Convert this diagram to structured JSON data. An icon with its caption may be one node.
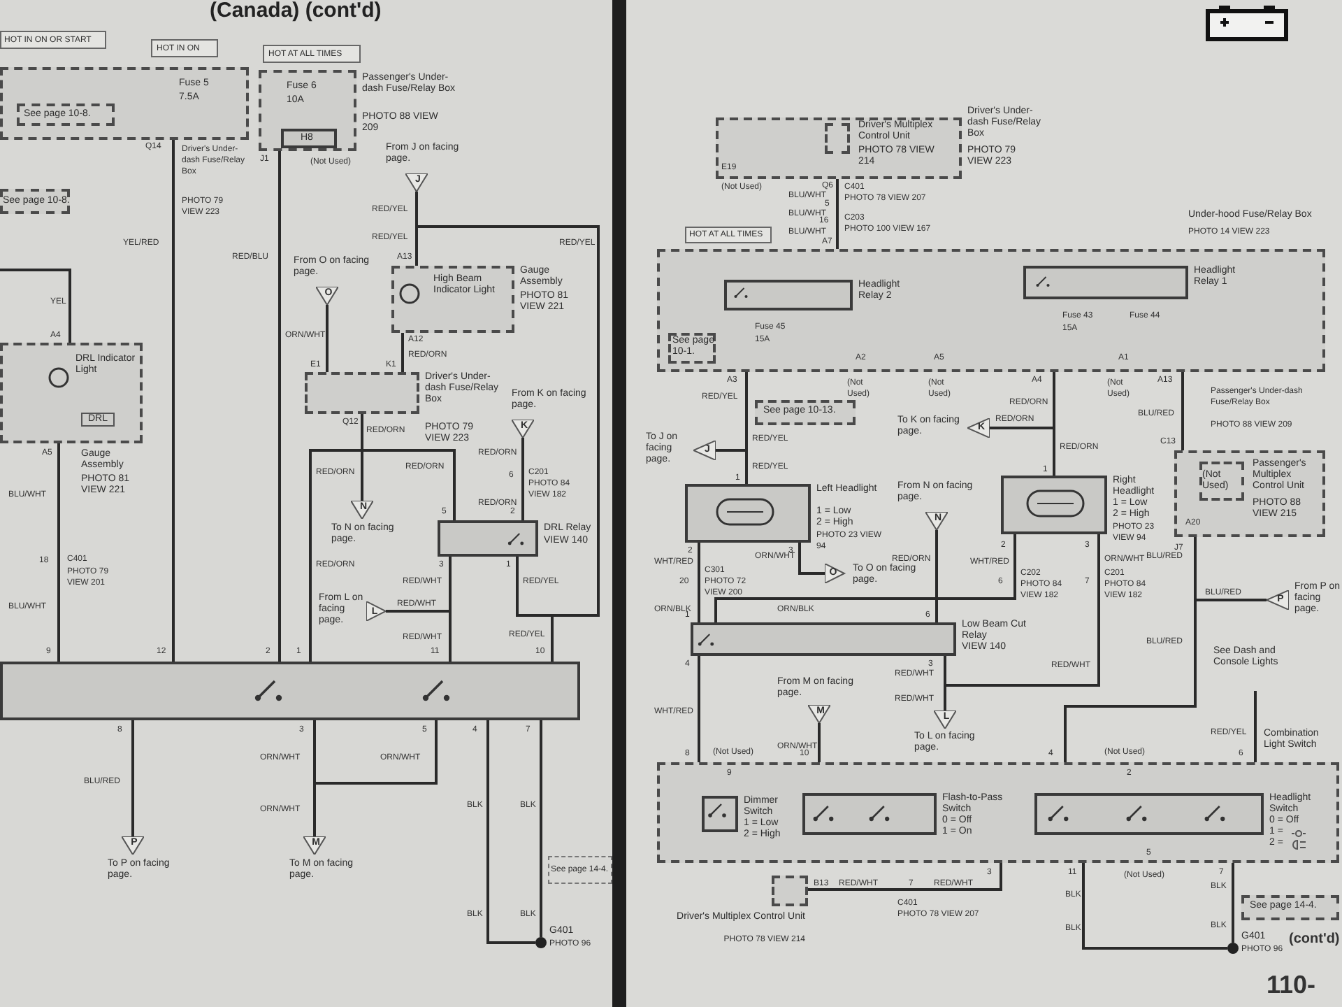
{
  "diagram": {
    "title": "(Canada) (cont'd)",
    "nodes": [
      {
        "text": [
          "Fuse 5",
          "7.5A"
        ]
      },
      {
        "text": [
          "See page 10-8."
        ],
        "in": 0
      },
      {
        "text": [
          "See page 10-8."
        ]
      },
      {
        "text": [
          "Fuse 6",
          "10A",
          "Passenger's Under-dash Fuse/Relay Box",
          "PHOTO 88 VIEW 209"
        ]
      },
      {
        "text": [
          "H8"
        ],
        "in": 3
      },
      {
        "text": [
          "HOT IN ON OR START"
        ]
      },
      {
        "text": [
          "HOT IN ON"
        ]
      },
      {
        "text": [
          "HOT AT ALL TIMES"
        ]
      },
      {
        "text": [
          "From J on facing page.",
          "J"
        ]
      },
      {
        "text": [
          "High Beam Indicator Light",
          "Gauge Assembly",
          "PHOTO 81 VIEW 221"
        ]
      },
      {
        "text": [
          "From O on facing page.",
          "O"
        ]
      },
      {
        "text": [
          "Driver's Under-dash Fuse/Relay Box",
          "PHOTO 79 VIEW 223"
        ]
      },
      {
        "text": [
          "From K on facing page.",
          "K"
        ]
      },
      {
        "text": [
          "N",
          "To N on facing page."
        ]
      },
      {
        "text": [
          "DRL Relay",
          "VIEW 140"
        ]
      },
      {
        "text": [
          "From L on facing page.",
          "L"
        ]
      },
      {
        "text": [
          "DRL Indicator Light",
          "DRL",
          "Gauge Assembly",
          "PHOTO 81 VIEW 221"
        ]
      },
      {
        "text": [],
        "shape": "box"
      },
      {
        "text": [
          "P",
          "To P on facing page."
        ]
      },
      {
        "text": [
          "M",
          "To M on facing page."
        ]
      },
      {
        "text": [
          "See page 14-4."
        ]
      },
      {
        "text": [
          "G401",
          "PHOTO 96"
        ]
      },
      {
        "text": [
          "Driver's Under-dash Fuse/Relay Box",
          "PHOTO 79 VIEW 223"
        ]
      },
      {
        "text": [
          "Driver's Multiplex Control Unit",
          "PHOTO 78 VIEW 214"
        ],
        "in": 22
      },
      {
        "text": [
          "Under-hood Fuse/Relay Box",
          "PHOTO 14 VIEW 223"
        ]
      },
      {
        "text": [
          "Headlight Relay 2"
        ],
        "in": 24
      },
      {
        "text": [
          "Headlight Relay 1"
        ],
        "in": 24
      },
      {
        "text": [
          "See page 10-1."
        ],
        "in": 24
      },
      {
        "text": [
          "HOT AT ALL TIMES"
        ]
      },
      {
        "text": [
          "See page 10-13."
        ]
      },
      {
        "text": [
          "To J on facing page.",
          "J"
        ]
      },
      {
        "text": [
          "To K on facing page.",
          "K"
        ]
      },
      {
        "text": [
          "Passenger's Multiplex Control Unit",
          "PHOTO 88 VIEW 215"
        ]
      },
      {
        "text": [
          "(Not Used)"
        ],
        "in": 32
      },
      {
        "text": [
          "Left Headlight",
          "1 = Low",
          "2 = High",
          "PHOTO 23 VIEW 94"
        ]
      },
      {
        "text": [
          "From N on facing page.",
          "N"
        ]
      },
      {
        "text": [
          "Right Headlight",
          "1 = Low",
          "2 = High",
          "PHOTO 23 VIEW 94"
        ]
      },
      {
        "text": [
          "O",
          "To O on facing page."
        ]
      },
      {
        "text": [
          "P",
          "From P on facing page."
        ]
      },
      {
        "text": [
          "Low Beam Cut Relay",
          "VIEW 140"
        ]
      },
      {
        "text": [
          "From M on facing page.",
          "M"
        ]
      },
      {
        "text": [
          "L",
          "To L on facing page."
        ]
      },
      {
        "text": [
          "See Dash and Console Lights"
        ]
      },
      {
        "text": [
          "Combination Light Switch"
        ]
      },
      {
        "text": [
          "Dimmer Switch",
          "1 = Low",
          "2 = High"
        ],
        "in": 43
      },
      {
        "text": [
          "Flash-to-Pass Switch",
          "0 = Off",
          "1 = On"
        ],
        "in": 43
      },
      {
        "text": [
          "Headlight Switch",
          "0 = Off",
          "1 =",
          "2 ="
        ],
        "in": 43
      },
      {
        "text": [
          "Driver's Multiplex Control Unit",
          "PHOTO 78 VIEW 214"
        ]
      },
      {
        "text": [
          "See page 14-4."
        ]
      },
      {
        "text": [
          "G401",
          "PHOTO 96"
        ]
      }
    ],
    "edges": [
      {
        "from": 0,
        "to": 17,
        "arrow": "none"
      },
      {
        "from": 3,
        "to": 17,
        "arrow": "none"
      },
      {
        "from": 8,
        "to": 9,
        "arrow": "none"
      },
      {
        "from": 8,
        "to": 17,
        "arrow": "none"
      },
      {
        "from": 9,
        "to": 11,
        "arrow": "none"
      },
      {
        "from": 10,
        "to": 11,
        "arrow": "none"
      },
      {
        "from": 11,
        "to": 13,
        "arrow": "none"
      },
      {
        "from": 11,
        "to": 14,
        "arrow": "none"
      },
      {
        "from": 11,
        "to": 17,
        "arrow": "none"
      },
      {
        "from": 12,
        "to": 14,
        "arrow": "none"
      },
      {
        "from": 14,
        "to": 17,
        "arrow": "none"
      },
      {
        "from": 15,
        "to": 17,
        "arrow": "none"
      },
      {
        "from": 14,
        "to": 17,
        "arrow": "none"
      },
      {
        "from": 16,
        "to": 17,
        "arrow": "none"
      },
      {
        "from": null,
        "to": 16,
        "arrow": "none"
      },
      {
        "from": 17,
        "to": 18,
        "arrow": "none"
      },
      {
        "from": 17,
        "to": 19,
        "arrow": "none"
      },
      {
        "from": 17,
        "to": 19,
        "arrow": "none"
      },
      {
        "from": 17,
        "to": 21,
        "arrow": "none"
      },
      {
        "from": 17,
        "to": 21,
        "arrow": "none"
      },
      {
        "from": 22,
        "to": 24,
        "arrow": "none"
      },
      {
        "from": 24,
        "to": 34,
        "arrow": "none"
      },
      {
        "from": 24,
        "to": 30,
        "arrow": "none"
      },
      {
        "from": 24,
        "to": 36,
        "arrow": "none"
      },
      {
        "from": 24,
        "to": 31,
        "arrow": "none"
      },
      {
        "from": 24,
        "to": 32,
        "arrow": "none"
      },
      {
        "from": 32,
        "to": 43,
        "arrow": "none"
      },
      {
        "from": 38,
        "to": 43,
        "arrow": "none"
      },
      {
        "from": 34,
        "to": 39,
        "arrow": "none"
      },
      {
        "from": 36,
        "to": 39,
        "arrow": "none"
      },
      {
        "from": 34,
        "to": 37,
        "arrow": "none"
      },
      {
        "from": 35,
        "to": 39,
        "arrow": "none"
      },
      {
        "from": 36,
        "to": 41,
        "arrow": "none"
      },
      {
        "from": 39,
        "to": 41,
        "arrow": "none"
      },
      {
        "from": 39,
        "to": 43,
        "arrow": "none"
      },
      {
        "from": 40,
        "to": 43,
        "arrow": "none"
      },
      {
        "from": 42,
        "to": 43,
        "arrow": "none"
      },
      {
        "from": 43,
        "to": 47,
        "arrow": "none"
      },
      {
        "from": 43,
        "to": 49,
        "arrow": "none"
      },
      {
        "from": 43,
        "to": 49,
        "arrow": "none"
      }
    ],
    "labels": [
      "Q14",
      "Driver's Under-dash Fuse/Relay Box",
      "PHOTO 79 VIEW 223",
      "J1",
      "(Not Used)",
      "YEL/RED",
      "RED/BLU",
      "RED/YEL",
      "RED/YEL",
      "A13",
      "RED/YEL",
      "ORN/WHT",
      "A12",
      "RED/ORN",
      "E1",
      "K1",
      "Q12",
      "RED/ORN",
      "RED/ORN",
      "RED/ORN",
      "RED/ORN",
      "6",
      "C201",
      "PHOTO 84 VIEW 182",
      "RED/ORN",
      "5",
      "2",
      "3",
      "1",
      "RED/WHT",
      "RED/WHT",
      "RED/WHT",
      "RED/YEL",
      "RED/YEL",
      "RED/ORN",
      "9",
      "12",
      "2",
      "1",
      "11",
      "10",
      "YEL",
      "A4",
      "A5",
      "BLU/WHT",
      "18",
      "C401",
      "PHOTO 79 VIEW 201",
      "BLU/WHT",
      "8",
      "3",
      "5",
      "4",
      "7",
      "BLU/RED",
      "ORN/WHT",
      "ORN/WHT",
      "ORN/WHT",
      "BLK",
      "BLK",
      "BLK",
      "BLK",
      "E19",
      "(Not Used)",
      "Q6",
      "BLU/WHT",
      "C401",
      "PHOTO 78 VIEW 207",
      "5",
      "BLU/WHT",
      "16",
      "C203",
      "PHOTO 100 VIEW 167",
      "BLU/WHT",
      "A7",
      "Fuse 45",
      "15A",
      "A2",
      "A5",
      "Fuse 43",
      "15A",
      "Fuse 44",
      "A4",
      "A1",
      "A13",
      "(Not Used)",
      "(Not Used)",
      "(Not Used)",
      "A3",
      "RED/YEL",
      "RED/ORN",
      "RED/ORN",
      "BLU/RED",
      "Passenger's Under-dash Fuse/Relay Box",
      "PHOTO 88 VIEW 209",
      "C13",
      "RED/YEL",
      "RED/YEL",
      "RED/ORN",
      "1",
      "1",
      "2",
      "3",
      "WHT/RED",
      "20",
      "C301",
      "PHOTO 72 VIEW 200",
      "ORN/BLK",
      "ORN/WHT",
      "ORN/BLK",
      "RED/ORN",
      "6",
      "2",
      "3",
      "WHT/RED",
      "ORN/WHT",
      "6",
      "C202",
      "PHOTO 84 VIEW 182",
      "7",
      "C201",
      "PHOTO 84 VIEW 182",
      "RED/WHT",
      "BLU/RED",
      "BLU/RED",
      "BLU/RED",
      "1",
      "4",
      "3",
      "RED/WHT",
      "RED/WHT",
      "WHT/RED",
      "ORN/WHT",
      "RED/YEL",
      "8",
      "(Not Used)",
      "9",
      "10",
      "4",
      "(Not Used)",
      "2",
      "6",
      "3",
      "11",
      "5",
      "(Not Used)",
      "7",
      "B13",
      "RED/WHT",
      "7",
      "RED/WHT",
      "C401",
      "PHOTO 78 VIEW 207",
      "BLK",
      "BLK",
      "BLK",
      "BLK",
      "(cont'd)",
      "110-",
      "A20",
      "J7"
    ]
  }
}
